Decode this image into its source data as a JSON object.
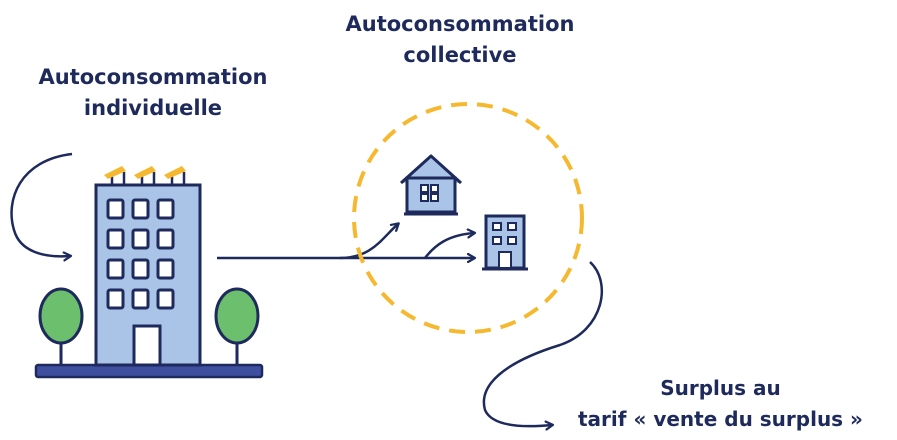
{
  "labels": {
    "individual": [
      "Autoconsommation",
      "individuelle"
    ],
    "collective": [
      "Autoconsommation",
      "collective"
    ],
    "surplus": [
      "Surplus au",
      "tarif « vente du surplus »"
    ]
  },
  "colors": {
    "navy": "#1e2a5c",
    "building_fill": "#a9c4e6",
    "tree_green": "#6cbf6c",
    "dashed_circle": "#f5b82e",
    "solar_panel": "#f5b82e",
    "ground": "#3f4fa0"
  },
  "icons": [
    "apartment-building-icon",
    "house-icon",
    "small-building-icon",
    "tree-icon",
    "solar-panel-icon"
  ]
}
